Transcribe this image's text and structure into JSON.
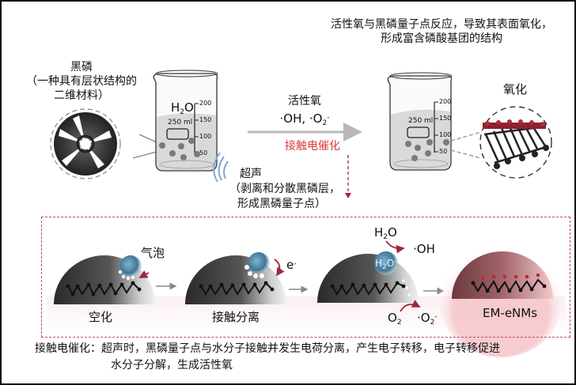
{
  "top_caption": {
    "line1": "活性氧与黑磷量子点反应，导致其表面氧化，",
    "line2": "形成富含磷酸基团的结构"
  },
  "black_phosphorus": {
    "title": "黑磷",
    "desc_line1": "（一种具有层状结构的",
    "desc_line2": "二维材料）"
  },
  "beaker_left": {
    "label_h": "H",
    "label_2": "2",
    "label_o": "O",
    "volume": "250 ml",
    "ticks": [
      "200",
      "150",
      "100",
      "50"
    ]
  },
  "beaker_right": {
    "volume": "250 ml",
    "ticks": [
      "200",
      "150",
      "100",
      "50"
    ]
  },
  "reaction_arrow": {
    "top_label": "活性氧",
    "species_oh": "·OH, ·O",
    "species_sub": "2",
    "species_sup": "-",
    "bottom_label": "接触电催化"
  },
  "ultrasound": {
    "title": "超声",
    "desc_line1": "（剥离和分散黑磷层，",
    "desc_line2": "形成黑磷量子点）"
  },
  "oxidation_label": "氧化",
  "stages": {
    "bubble_label": "气泡",
    "stage1": "空化",
    "stage2": "接触分离",
    "electron": "e",
    "electron_sup": "-",
    "h2o_top": "H",
    "h2o_sub": "2",
    "h2o_o": "O",
    "oh_radical": "·OH",
    "h2o_minus_h": "H",
    "h2o_minus_sub": "2",
    "h2o_minus_o": "O",
    "h2o_minus_sup": "-",
    "o2_o": "O",
    "o2_sub": "2",
    "o2_radical": "·O",
    "o2_radical_sub": "2",
    "o2_radical_sup": "-",
    "stage4": "EM-eNMs"
  },
  "bottom_caption": {
    "line1": "接触电催化：超声时，黑磷量子点与水分子接触并发生电荷分离，产生电子转移，电子转移促进",
    "line2": "水分子分解，生成活性氧"
  },
  "colors": {
    "accent_red": "#d93a3a",
    "arrow_dark_red": "#a02838",
    "dash_border": "#c24a5e",
    "bubble_blue": "#4a86a8",
    "gray_arrow": "#b8b8b8"
  }
}
